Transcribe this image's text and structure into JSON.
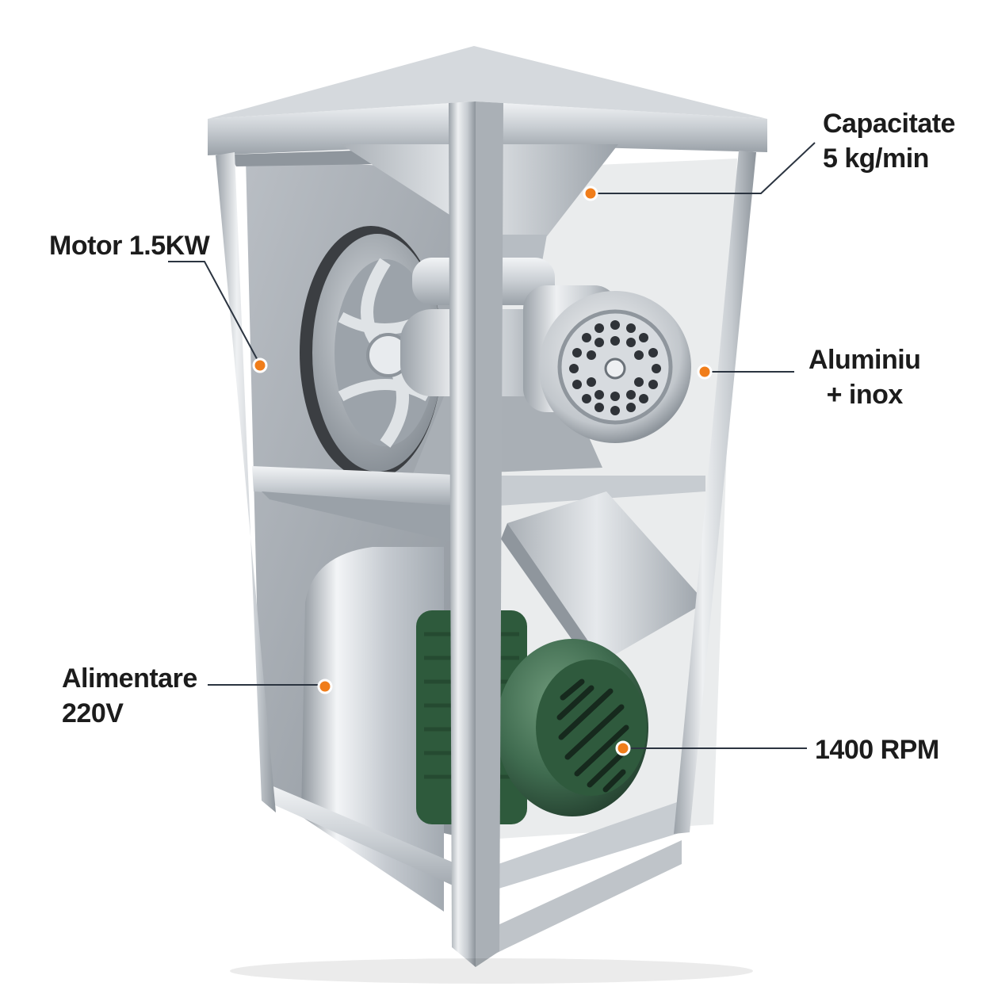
{
  "colors": {
    "accent": "#f07d1a",
    "text": "#1c1c1c",
    "line": "#2b3440",
    "steel_light": "#e9ecef",
    "steel_mid": "#c3c8ce",
    "steel_dark": "#8c939b",
    "motor_green": "#3f6b4f"
  },
  "callouts": {
    "motor": {
      "line1": "Motor 1.5KW"
    },
    "capacity": {
      "line1": "Capacitate",
      "line2": "5 kg/min"
    },
    "material": {
      "line1": "Aluminiu",
      "line2": "+ inox"
    },
    "power": {
      "line1": "Alimentare",
      "line2": "220V"
    },
    "speed": {
      "line1": "1400 RPM"
    }
  }
}
